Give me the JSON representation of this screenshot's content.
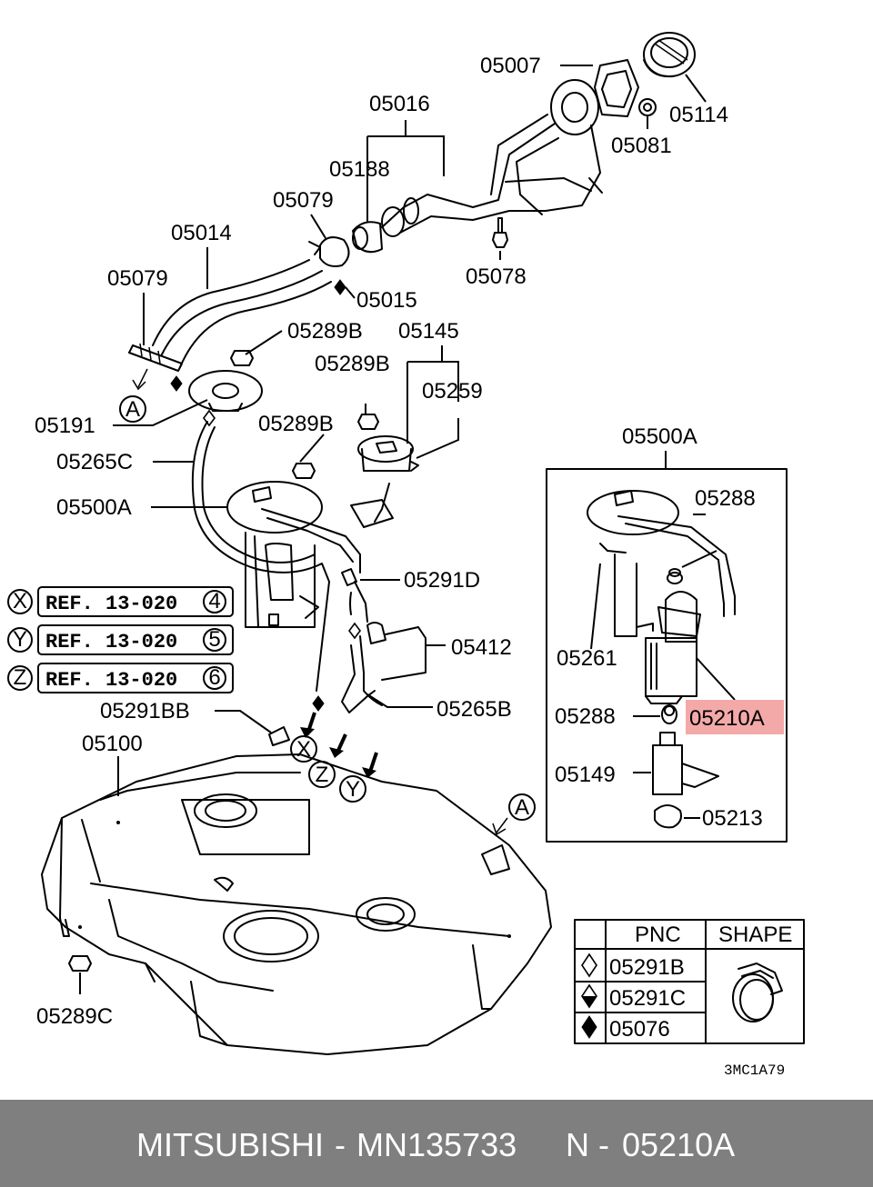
{
  "diagram": {
    "labels": {
      "p05007": "05007",
      "p05114": "05114",
      "p05081": "05081",
      "p05016": "05016",
      "p05188": "05188",
      "p05079a": "05079",
      "p05078": "05078",
      "p05014": "05014",
      "p05079b": "05079",
      "p05015": "05015",
      "p05289b1": "05289B",
      "p05145": "05145",
      "p05289b2": "05289B",
      "p05259": "05259",
      "p05191": "05191",
      "p05289b3": "05289B",
      "p05265c": "05265C",
      "p05500a": "05500A",
      "p05291d": "05291D",
      "p05412": "05412",
      "p05265b": "05265B",
      "p05291bb": "05291BB",
      "p05100": "05100",
      "p05289c": "05289C",
      "inset_title": "05500A",
      "inset_05288a": "05288",
      "inset_05261": "05261",
      "inset_05288b": "05288",
      "inset_05210a": "05210A",
      "inset_05149": "05149",
      "inset_05213": "05213",
      "figure_code": "3MC1A79"
    },
    "references": [
      {
        "letter": "X",
        "text": "REF. 13-020",
        "num": "4"
      },
      {
        "letter": "Y",
        "text": "REF. 13-020",
        "num": "5"
      },
      {
        "letter": "Z",
        "text": "REF. 13-020",
        "num": "6"
      }
    ],
    "markers": {
      "a1": "A",
      "a2": "A",
      "x": "X",
      "z": "Z",
      "y": "Y"
    },
    "shape_table": {
      "header_pnc": "PNC",
      "header_shape": "SHAPE",
      "rows": [
        {
          "symbol": "diamond-outline",
          "pnc": "05291B"
        },
        {
          "symbol": "diamond-half",
          "pnc": "05291C"
        },
        {
          "symbol": "diamond-filled",
          "pnc": "05076"
        }
      ]
    },
    "highlight_color": "#f4a9a9"
  },
  "footer": {
    "brand": "MITSUBISHI",
    "sep1": "-",
    "part_number": "MN135733",
    "n_label": "N",
    "sep2": "-",
    "pnc": "05210A"
  }
}
